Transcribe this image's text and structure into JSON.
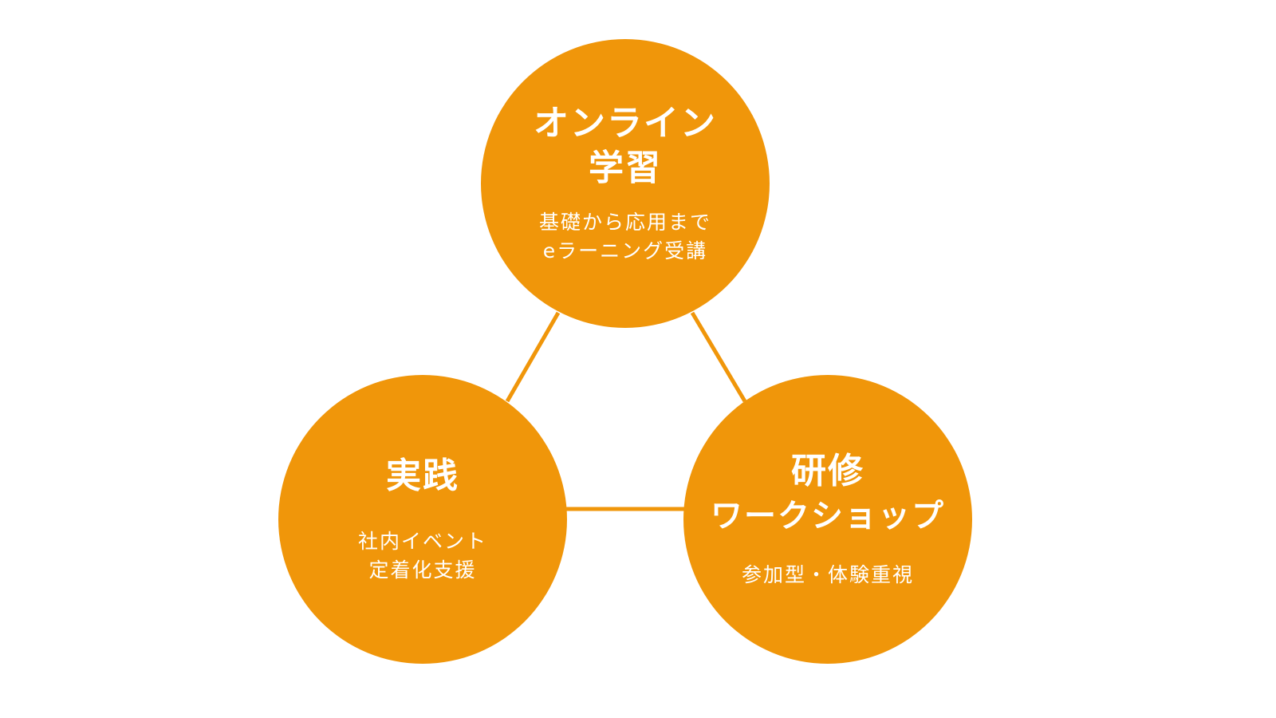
{
  "colors": {
    "accent": "#f0960a",
    "text": "#ffffff"
  },
  "nodes": {
    "top": {
      "title_lines": [
        "オンライン",
        "学習"
      ],
      "sub_lines": [
        "基礎から応用まで",
        "eラーニング受講"
      ]
    },
    "left": {
      "title_lines": [
        "実践"
      ],
      "sub_lines": [
        "社内イベント",
        "定着化支援"
      ]
    },
    "right": {
      "title_lines": [
        "研修",
        "ワークショップ"
      ],
      "sub_lines": [
        "参加型・体験重視"
      ]
    }
  }
}
